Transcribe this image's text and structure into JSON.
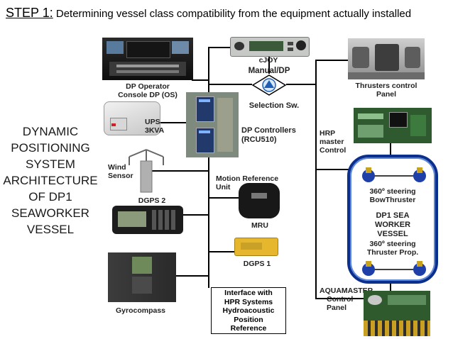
{
  "title": {
    "step": "STEP 1:",
    "text": " Determining vessel  class compatibility from the equipment actually installed"
  },
  "architecture": [
    "DYNAMIC",
    "POSITIONING",
    "SYSTEM",
    "ARCHITECTURE",
    "OF DP1",
    "SEAWORKER",
    "VESSEL"
  ],
  "labels": {
    "cjoy": "cJOY",
    "manual_dp": "Manual/DP",
    "dp_operator_1": "DP Operator",
    "dp_operator_2": "Console  DP (OS)",
    "thrusters_1": "Thrusters control",
    "thrusters_2": "Panel",
    "selection": "Selection Sw.",
    "ups_1": "UPS",
    "ups_2": "3KVA",
    "dpc_1": "DP Controllers",
    "dpc_2": "(RCU510)",
    "hrp_1": "HRP",
    "hrp_2": "master",
    "hrp_3": "Control",
    "wind_1": "Wind",
    "wind_2": "Sensor",
    "motion_1": "Motion Reference",
    "motion_2": "Unit",
    "dgps2": "DGPS 2",
    "mru": "MRU",
    "dgps1": "DGPS 1",
    "gyro": "Gyrocompass",
    "bow_1": "360º steering",
    "bow_2": "BowThruster",
    "vessel_1": "DP1 SEA",
    "vessel_2": "WORKER",
    "vessel_3": "VESSEL",
    "prop_1": "360º steering",
    "prop_2": "Thruster Prop.",
    "aqua_1": "AQUAMASTER",
    "aqua_2": "Control",
    "aqua_3": "Panel"
  },
  "interface_box": [
    "Interface  with",
    "HPR Systems",
    "Hydroacoustic",
    "Position",
    "Reference"
  ],
  "colors": {
    "line": "#000000",
    "vessel_border": "#0b2f8c",
    "selection_triangle": "#1e5fb5"
  }
}
